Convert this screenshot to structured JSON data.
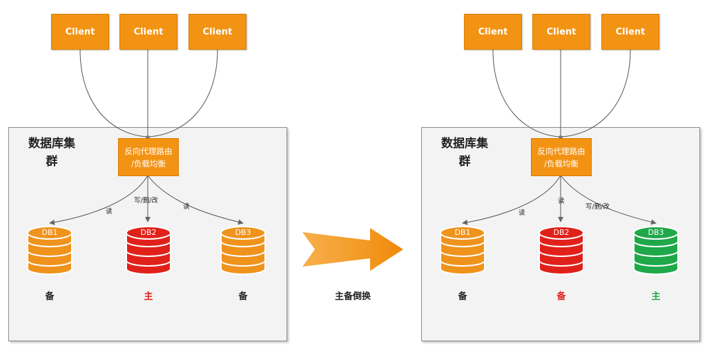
{
  "colors": {
    "client": "#f39313",
    "backup_db": "#f0931c",
    "primary_db": "#e0211a",
    "new_primary_db": "#1fa84a",
    "arrow": "#f39313",
    "primary_text": "#e0211a",
    "new_primary_text": "#1fa84a"
  },
  "switch_label": "主备倒换",
  "before": {
    "cluster_title": "数据库集群",
    "clients": [
      "Client",
      "Client",
      "Client"
    ],
    "proxy": [
      "反向代理路由",
      "/负载均衡"
    ],
    "edges": [
      "读",
      "写/删/改",
      "读"
    ],
    "dbs": [
      {
        "label": "DB1",
        "role": "备",
        "icon": "database-icon"
      },
      {
        "label": "DB2",
        "role": "主",
        "icon": "database-icon"
      },
      {
        "label": "DB3",
        "role": "备",
        "icon": "database-icon"
      }
    ]
  },
  "after": {
    "cluster_title": "数据库集群",
    "clients": [
      "Client",
      "Client",
      "Client"
    ],
    "proxy": [
      "反向代理路由",
      "/负载均衡"
    ],
    "edges": [
      "读",
      "读",
      "写/删/改"
    ],
    "dbs": [
      {
        "label": "DB1",
        "role": "备",
        "icon": "database-icon"
      },
      {
        "label": "DB2",
        "role": "备",
        "icon": "database-icon"
      },
      {
        "label": "DB3",
        "role": "主",
        "icon": "database-icon"
      }
    ]
  }
}
